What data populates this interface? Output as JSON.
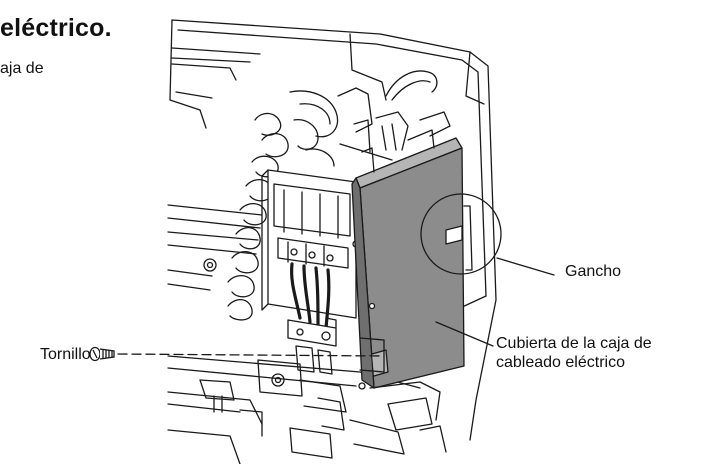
{
  "header": {
    "title": "eléctrico.",
    "subline": "aja de"
  },
  "labels": {
    "hook": "Gancho",
    "screw": "Tornillo",
    "cover_line1": "Cubierta de la caja de",
    "cover_line2": "cableado eléctrico"
  },
  "colors": {
    "line": "#1a1a1a",
    "cover_fill": "#8c8c8c",
    "cover_side": "#6f6f6f"
  }
}
